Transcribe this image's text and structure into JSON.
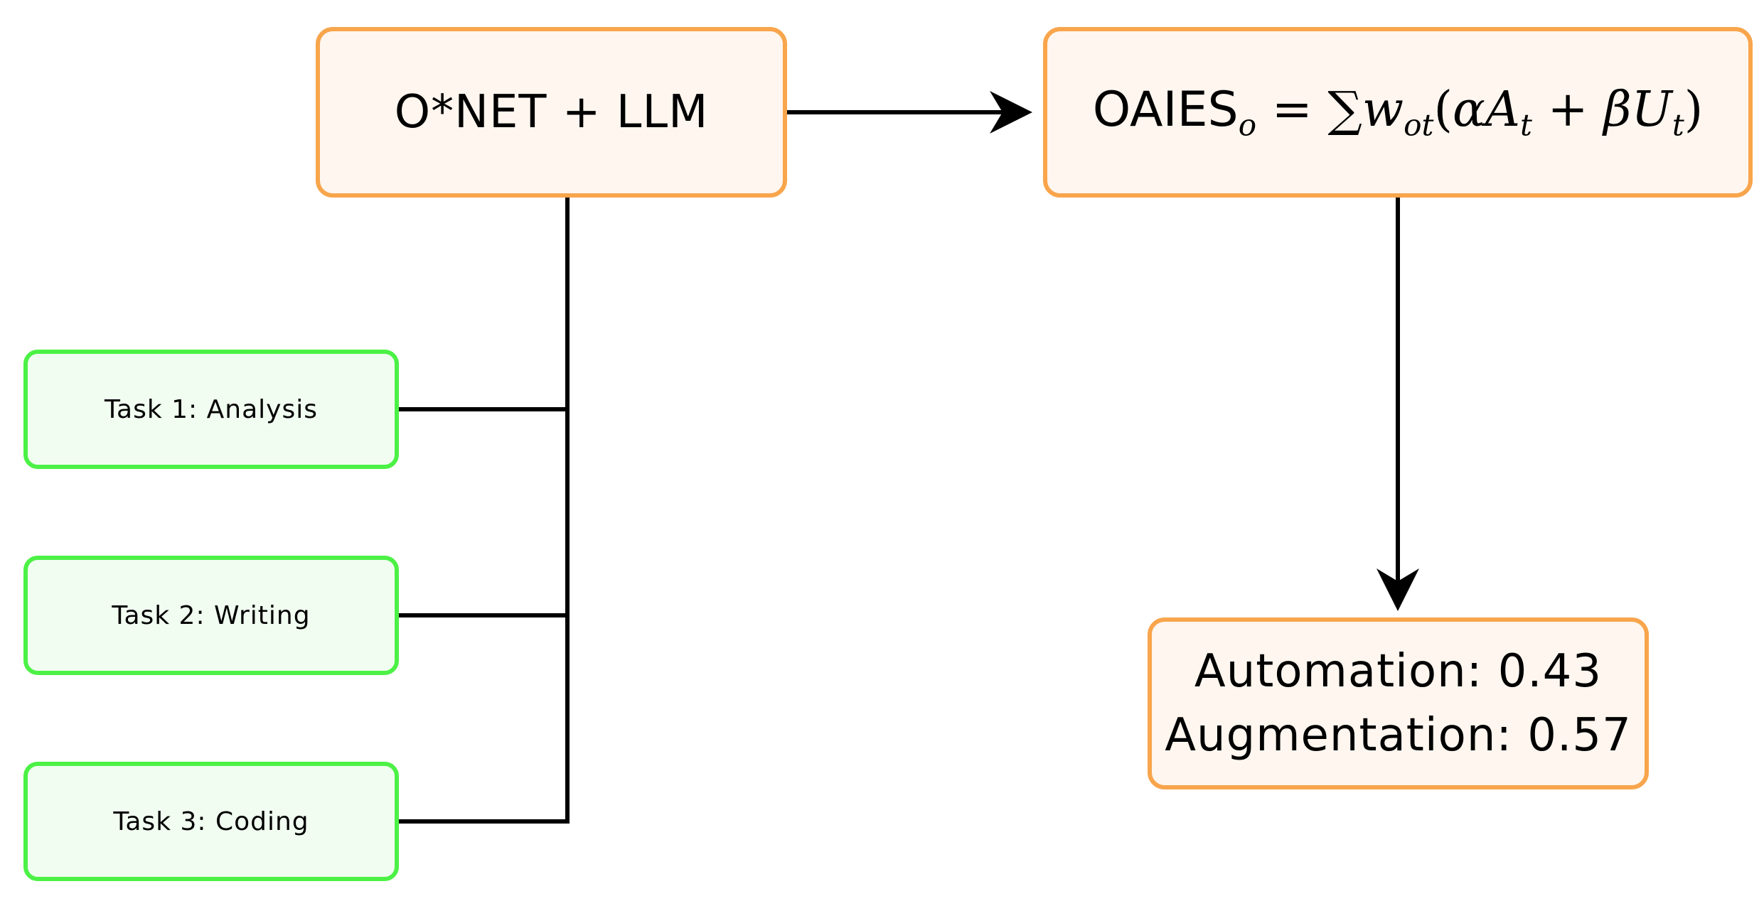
{
  "diagram": {
    "source_node": {
      "label": "O*NET + LLM"
    },
    "formula_node": {
      "lhs": "OAIES",
      "lhs_subscript": "o",
      "equals": "=",
      "sum": "∑",
      "weight": "w",
      "weight_subscript": "ot",
      "open_paren": "(",
      "alpha": "α",
      "a_var": "A",
      "a_subscript": "t",
      "plus": "+",
      "beta": "β",
      "u_var": "U",
      "u_subscript": "t",
      "close_paren": ")"
    },
    "result_node": {
      "automation": "Automation: 0.43",
      "augmentation": "Augmentation: 0.57"
    },
    "tasks": [
      {
        "label": "Task 1: Analysis"
      },
      {
        "label": "Task 2: Writing"
      },
      {
        "label": "Task 3: Coding"
      }
    ],
    "colors": {
      "accent_border": "#f8a54c",
      "accent_fill": "#fef6ef",
      "task_border": "#4cf146",
      "task_fill": "#f1fdf1",
      "edge": "#000000"
    }
  }
}
